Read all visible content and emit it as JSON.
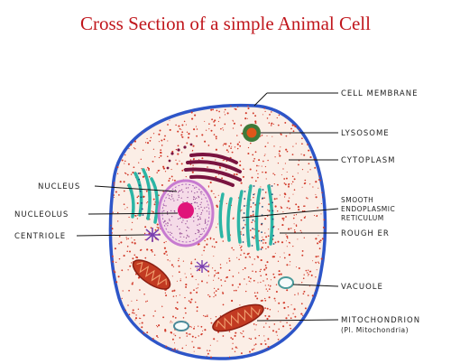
{
  "title": "Cross Section of a simple Animal Cell",
  "labels": {
    "cell_membrane": "CELL MEMBRANE",
    "lysosome": "LYSOSOME",
    "cytoplasm": "CYTOPLASM",
    "nucleus": "NUCLEUS",
    "nucleolus": "NUCLEOLUS",
    "centriole": "CENTRIOLE",
    "smooth_er_line1": "SMOOTH",
    "smooth_er_line2": "ENDOPLASMIC",
    "smooth_er_line3": "RETICULUM",
    "rough_er": "ROUGH ER",
    "vacuole": "VACUOLE",
    "mitochondrion": "MITOCHONDRION",
    "mitochondrion_plural": "(Pl. Mitochondria)"
  },
  "colors": {
    "title": "#c0161c",
    "membrane": "#2d55c8",
    "cytoplasm_dots": "#d23a2a",
    "nucleus_ring": "#c77bd0",
    "nucleolus": "#e0147a",
    "er": "#2bb5a5",
    "golgi": "#7a1440",
    "mitochondria": "#c23a22",
    "centriole": "#7a3fb0",
    "vacuole": "#4a9a9a",
    "lysosome": "#3e7a3a"
  }
}
